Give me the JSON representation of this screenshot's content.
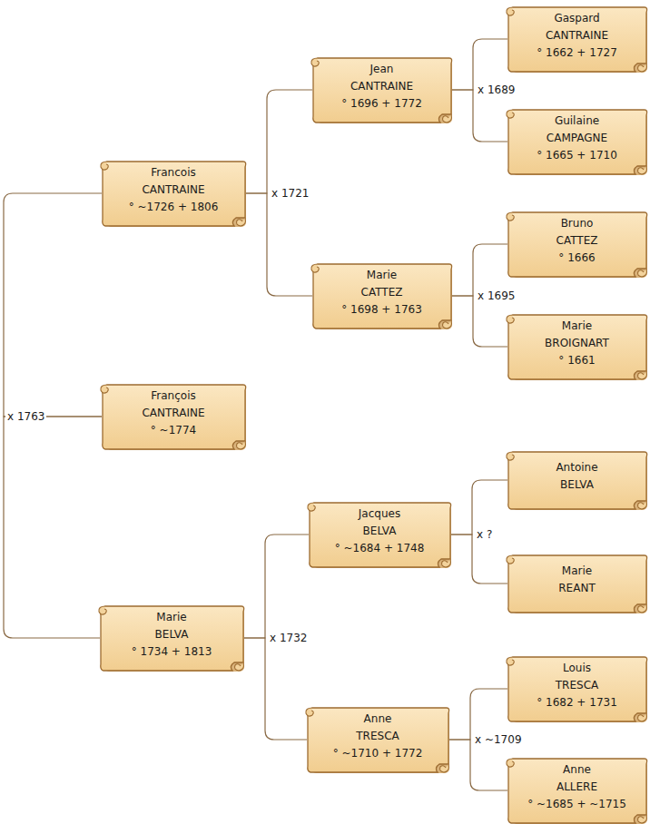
{
  "diagram": {
    "nodes": [
      {
        "text": [
          "Francois",
          "CANTRAINE",
          "° ~1726 + 1806"
        ]
      },
      {
        "text": [
          "François",
          "CANTRAINE",
          "° ~1774"
        ]
      },
      {
        "text": [
          "Marie",
          "BELVA",
          "° 1734 + 1813"
        ]
      },
      {
        "text": [
          "Jean",
          "CANTRAINE",
          "° 1696 + 1772"
        ]
      },
      {
        "text": [
          "Marie",
          "CATTEZ",
          "° 1698 + 1763"
        ]
      },
      {
        "text": [
          "Jacques",
          "BELVA",
          "° ~1684 + 1748"
        ]
      },
      {
        "text": [
          "Anne",
          "TRESCA",
          "° ~1710 + 1772"
        ]
      },
      {
        "text": [
          "Gaspard",
          "CANTRAINE",
          "° 1662 + 1727"
        ]
      },
      {
        "text": [
          "Guilaine",
          "CAMPAGNE",
          "° 1665 + 1710"
        ]
      },
      {
        "text": [
          "Bruno",
          "CATTEZ",
          "° 1666"
        ]
      },
      {
        "text": [
          "Marie",
          "BROIGNART",
          "° 1661"
        ]
      },
      {
        "text": [
          "Antoine",
          "BELVA"
        ]
      },
      {
        "text": [
          "Marie",
          "REANT"
        ]
      },
      {
        "text": [
          "Louis",
          "TRESCA",
          "° 1682 + 1731"
        ]
      },
      {
        "text": [
          "Anne",
          "ALLERE",
          "° ~1685 + ~1715"
        ]
      }
    ],
    "edges": [
      {
        "from": 1,
        "to": 0,
        "label": "x 1763",
        "arrow": "none"
      },
      {
        "from": 1,
        "to": 2,
        "arrow": "none"
      },
      {
        "from": 0,
        "to": 3,
        "label": "x 1721",
        "arrow": "none"
      },
      {
        "from": 0,
        "to": 4,
        "arrow": "none"
      },
      {
        "from": 2,
        "to": 5,
        "label": "x 1732",
        "arrow": "none"
      },
      {
        "from": 2,
        "to": 6,
        "arrow": "none"
      },
      {
        "from": 3,
        "to": 7,
        "label": "x 1689",
        "arrow": "none"
      },
      {
        "from": 3,
        "to": 8,
        "arrow": "none"
      },
      {
        "from": 4,
        "to": 9,
        "label": "x 1695",
        "arrow": "none"
      },
      {
        "from": 4,
        "to": 10,
        "arrow": "none"
      },
      {
        "from": 5,
        "to": 11,
        "label": "x ?",
        "arrow": "none"
      },
      {
        "from": 5,
        "to": 12,
        "arrow": "none"
      },
      {
        "from": 6,
        "to": 13,
        "label": "x ~1709",
        "arrow": "none"
      },
      {
        "from": 6,
        "to": 14,
        "arrow": "none"
      }
    ]
  }
}
